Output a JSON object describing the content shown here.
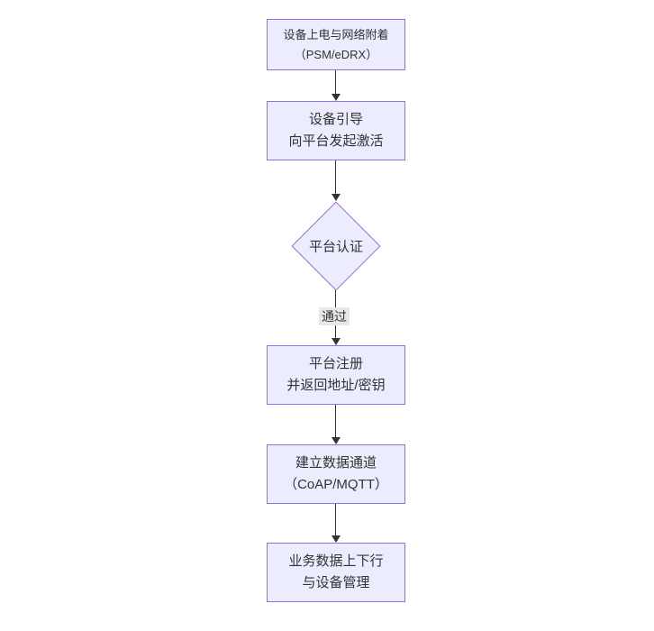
{
  "diagram": {
    "type": "flowchart-top-down",
    "colors": {
      "background": "#ffffff",
      "node_fill": "#ECECFF",
      "node_border": "#9370DB",
      "text": "#333333",
      "arrow": "#333333",
      "edge_label_bg": "#e8e8e8"
    },
    "nodes": [
      {
        "shape": "rect",
        "lines": [
          "设备上电与网络附着",
          "（PSM/eDRX）"
        ]
      },
      {
        "shape": "rect",
        "lines": [
          "设备引导",
          "向平台发起激活"
        ]
      },
      {
        "shape": "diamond",
        "lines": [
          "平台认证"
        ]
      },
      {
        "shape": "rect",
        "lines": [
          "平台注册",
          "并返回地址/密钥"
        ]
      },
      {
        "shape": "rect",
        "lines": [
          "建立数据通道",
          "（CoAP/MQTT）"
        ]
      },
      {
        "shape": "rect",
        "lines": [
          "业务数据上下行",
          "与设备管理"
        ]
      }
    ],
    "edges": [
      {
        "label": ""
      },
      {
        "label": ""
      },
      {
        "label": "通过"
      },
      {
        "label": ""
      },
      {
        "label": ""
      }
    ]
  }
}
